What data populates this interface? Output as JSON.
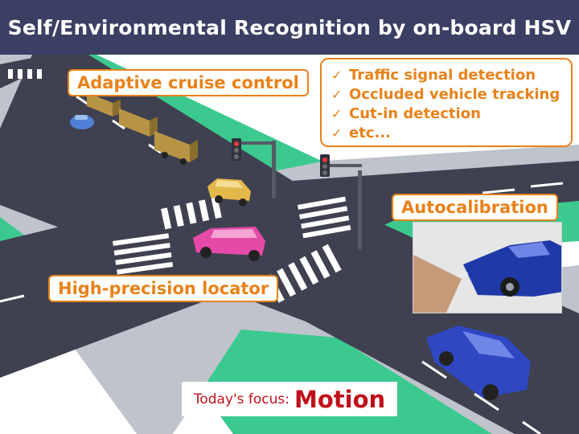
{
  "slide": {
    "title": "Self/Environmental Recognition by on-board HSV"
  },
  "callouts": {
    "adaptive_cruise_control": "Adaptive cruise control",
    "autocalibration": "Autocalibration",
    "high_precision_locator": "High-precision locator"
  },
  "features": {
    "check_icon": "check-mark-icon",
    "items": [
      "Traffic signal detection",
      "Occluded vehicle tracking",
      "Cut-in detection",
      "etc..."
    ]
  },
  "focus": {
    "label": "Today's focus:",
    "value": "Motion"
  },
  "colors": {
    "title_bar": "#3b3f63",
    "accent_orange": "#e8821a",
    "focus_red": "#c0101b",
    "road": "#3f4150",
    "sidewalk": "#bfc3cc",
    "grass": "#3cc98f"
  }
}
